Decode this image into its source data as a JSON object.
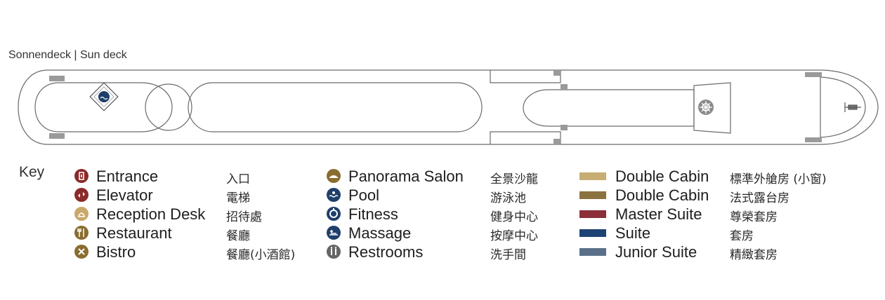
{
  "deck": {
    "title": "Sonnendeck | Sun deck"
  },
  "key": {
    "title": "Key",
    "amenities_left": [
      {
        "label": "Entrance",
        "zh": "入口",
        "icon": "entrance-icon",
        "color": "#8b2a2a"
      },
      {
        "label": "Elevator",
        "zh": "電梯",
        "icon": "elevator-icon",
        "color": "#8b2a2a"
      },
      {
        "label": "Reception Desk",
        "zh": "招待處",
        "icon": "reception-icon",
        "color": "#c9a86a"
      },
      {
        "label": "Restaurant",
        "zh": "餐廳",
        "icon": "restaurant-icon",
        "color": "#8a6d2f"
      },
      {
        "label": "Bistro",
        "zh": "餐廳(小酒館)",
        "icon": "bistro-icon",
        "color": "#8a6d2f"
      }
    ],
    "amenities_right": [
      {
        "label": "Panorama Salon",
        "zh": "全景沙龍",
        "icon": "panorama-salon-icon",
        "color": "#8a6d2f"
      },
      {
        "label": "Pool",
        "zh": "游泳池",
        "icon": "pool-icon",
        "color": "#1f3f6b"
      },
      {
        "label": "Fitness",
        "zh": "健身中心",
        "icon": "fitness-icon",
        "color": "#1f3f6b"
      },
      {
        "label": "Massage",
        "zh": "按摩中心",
        "icon": "massage-icon",
        "color": "#1f3f6b"
      },
      {
        "label": "Restrooms",
        "zh": "洗手間",
        "icon": "restrooms-icon",
        "color": "#666666"
      }
    ],
    "cabins": [
      {
        "label": "Double Cabin",
        "zh": "標準外艙房 (小窗)",
        "color": "#c8ad72"
      },
      {
        "label": "Double Cabin",
        "zh": "法式露台房",
        "color": "#8b7340"
      },
      {
        "label": "Master Suite",
        "zh": "尊榮套房",
        "color": "#8c2f39"
      },
      {
        "label": "Suite",
        "zh": "套房",
        "color": "#1d4375"
      },
      {
        "label": "Junior Suite",
        "zh": "精緻套房",
        "color": "#5a7088"
      }
    ]
  }
}
